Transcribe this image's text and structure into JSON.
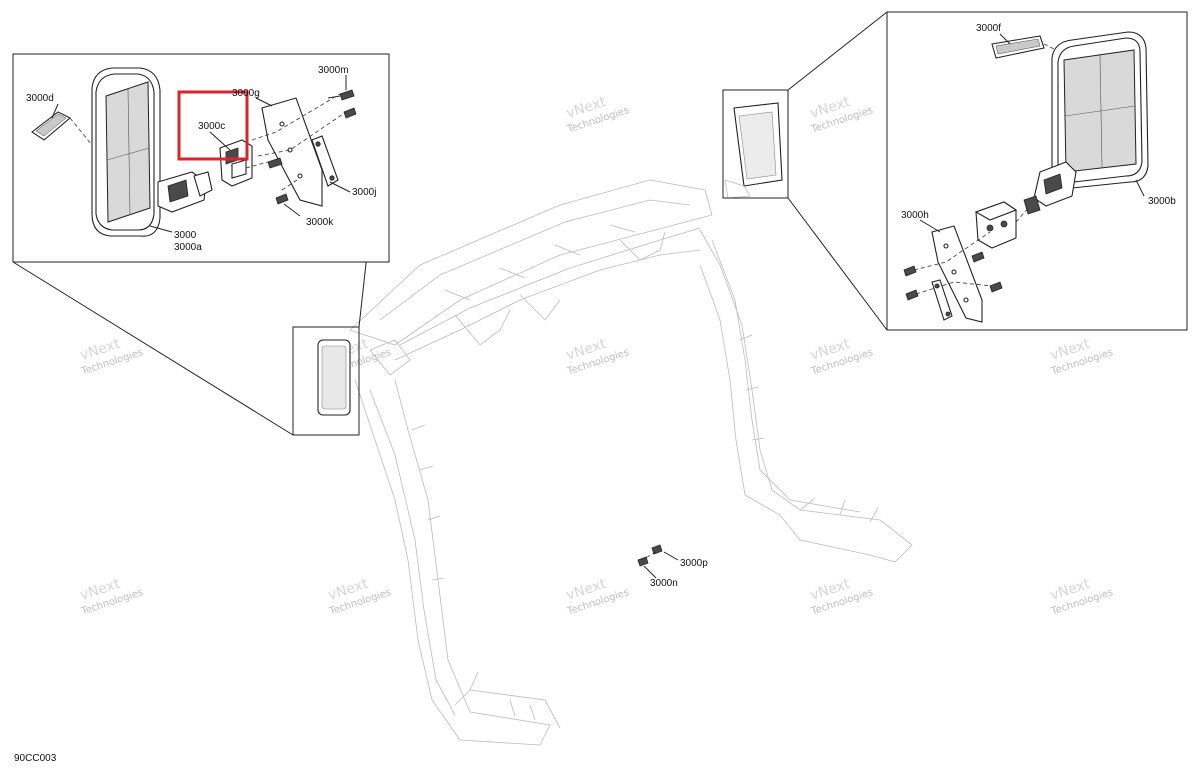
{
  "diagram_code": "90CC003",
  "watermark": {
    "line1": "vNext",
    "line2": "Technologies",
    "full": "vNext Technologies"
  },
  "left_callout": {
    "labels": {
      "d": "3000d",
      "m": "3000m",
      "g": "3000g",
      "c": "3000c",
      "j": "3000j",
      "k": "3000k",
      "main": "3000",
      "a": "3000a"
    },
    "highlight_color": "#d7262e"
  },
  "right_callout": {
    "labels": {
      "f": "3000f",
      "b": "3000b",
      "h": "3000h"
    }
  },
  "body_labels": {
    "p": "3000p",
    "n": "3000n"
  }
}
